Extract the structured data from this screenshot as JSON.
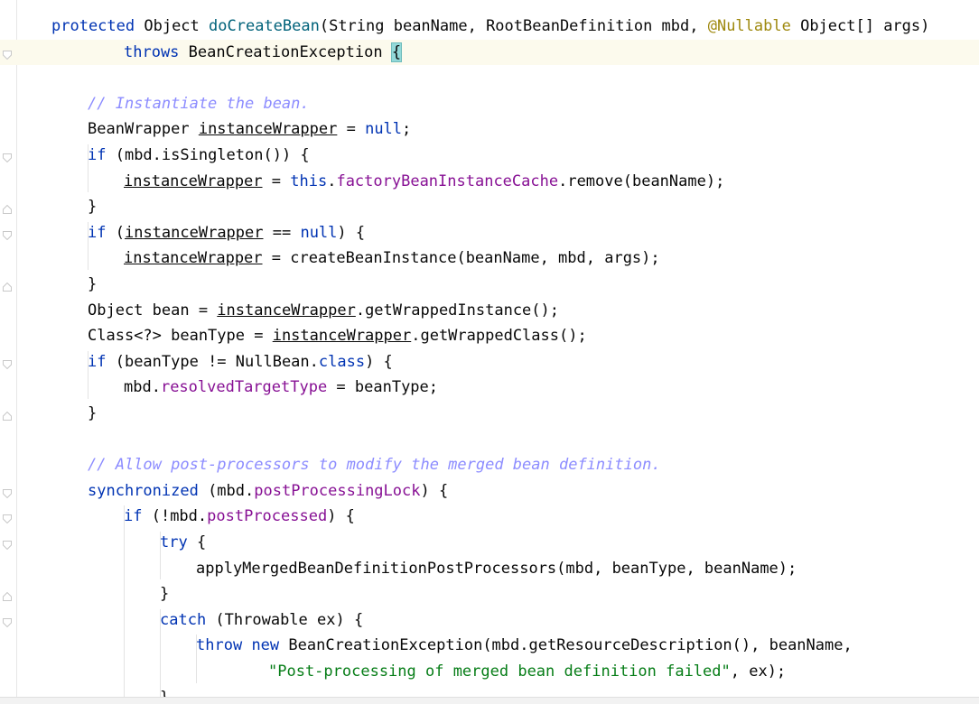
{
  "editor": {
    "lines": [
      {
        "indent": 1,
        "current": false,
        "tokens": [
          {
            "t": "protected",
            "c": "kw"
          },
          {
            "t": " Object "
          },
          {
            "t": "doCreateBean",
            "c": "fn"
          },
          {
            "t": "(String beanName, RootBeanDefinition mbd, "
          },
          {
            "t": "@Nullable",
            "c": "an"
          },
          {
            "t": " Object[] args)"
          }
        ]
      },
      {
        "indent": 3,
        "current": true,
        "tokens": [
          {
            "t": "throws",
            "c": "kw"
          },
          {
            "t": " BeanCreationException "
          },
          {
            "t": "{",
            "c": "caret-brace"
          }
        ]
      },
      {
        "indent": 0,
        "current": false,
        "tokens": []
      },
      {
        "indent": 2,
        "current": false,
        "tokens": [
          {
            "t": "// Instantiate the bean.",
            "c": "cm"
          }
        ]
      },
      {
        "indent": 2,
        "current": false,
        "tokens": [
          {
            "t": "BeanWrapper "
          },
          {
            "t": "instanceWrapper",
            "c": "ul"
          },
          {
            "t": " = "
          },
          {
            "t": "null",
            "c": "kw"
          },
          {
            "t": ";"
          }
        ]
      },
      {
        "indent": 2,
        "current": false,
        "tokens": [
          {
            "t": "if",
            "c": "kw"
          },
          {
            "t": " (mbd.isSingleton()) {"
          }
        ]
      },
      {
        "indent": 3,
        "current": false,
        "tokens": [
          {
            "t": "instanceWrapper",
            "c": "ul"
          },
          {
            "t": " = "
          },
          {
            "t": "this",
            "c": "kw"
          },
          {
            "t": "."
          },
          {
            "t": "factoryBeanInstanceCache",
            "c": "fld"
          },
          {
            "t": ".remove(beanName);"
          }
        ]
      },
      {
        "indent": 2,
        "current": false,
        "tokens": [
          {
            "t": "}"
          }
        ]
      },
      {
        "indent": 2,
        "current": false,
        "tokens": [
          {
            "t": "if",
            "c": "kw"
          },
          {
            "t": " ("
          },
          {
            "t": "instanceWrapper",
            "c": "ul"
          },
          {
            "t": " == "
          },
          {
            "t": "null",
            "c": "kw"
          },
          {
            "t": ") {"
          }
        ]
      },
      {
        "indent": 3,
        "current": false,
        "tokens": [
          {
            "t": "instanceWrapper",
            "c": "ul"
          },
          {
            "t": " = createBeanInstance(beanName, mbd, args);"
          }
        ]
      },
      {
        "indent": 2,
        "current": false,
        "tokens": [
          {
            "t": "}"
          }
        ]
      },
      {
        "indent": 2,
        "current": false,
        "tokens": [
          {
            "t": "Object bean = "
          },
          {
            "t": "instanceWrapper",
            "c": "ul"
          },
          {
            "t": ".getWrappedInstance();"
          }
        ]
      },
      {
        "indent": 2,
        "current": false,
        "tokens": [
          {
            "t": "Class<?> beanType = "
          },
          {
            "t": "instanceWrapper",
            "c": "ul"
          },
          {
            "t": ".getWrappedClass();"
          }
        ]
      },
      {
        "indent": 2,
        "current": false,
        "tokens": [
          {
            "t": "if",
            "c": "kw"
          },
          {
            "t": " (beanType != NullBean."
          },
          {
            "t": "class",
            "c": "kw"
          },
          {
            "t": ") {"
          }
        ]
      },
      {
        "indent": 3,
        "current": false,
        "tokens": [
          {
            "t": "mbd."
          },
          {
            "t": "resolvedTargetType",
            "c": "fld"
          },
          {
            "t": " = beanType;"
          }
        ]
      },
      {
        "indent": 2,
        "current": false,
        "tokens": [
          {
            "t": "}"
          }
        ]
      },
      {
        "indent": 0,
        "current": false,
        "tokens": []
      },
      {
        "indent": 2,
        "current": false,
        "tokens": [
          {
            "t": "// Allow post-processors to modify the merged bean definition.",
            "c": "cm"
          }
        ]
      },
      {
        "indent": 2,
        "current": false,
        "tokens": [
          {
            "t": "synchronized",
            "c": "kw"
          },
          {
            "t": " (mbd."
          },
          {
            "t": "postProcessingLock",
            "c": "fld"
          },
          {
            "t": ") {"
          }
        ]
      },
      {
        "indent": 3,
        "current": false,
        "tokens": [
          {
            "t": "if",
            "c": "kw"
          },
          {
            "t": " (!mbd."
          },
          {
            "t": "postProcessed",
            "c": "fld"
          },
          {
            "t": ") {"
          }
        ]
      },
      {
        "indent": 4,
        "current": false,
        "tokens": [
          {
            "t": "try",
            "c": "kw"
          },
          {
            "t": " {"
          }
        ]
      },
      {
        "indent": 5,
        "current": false,
        "tokens": [
          {
            "t": "applyMergedBeanDefinitionPostProcessors(mbd, beanType, beanName);"
          }
        ]
      },
      {
        "indent": 4,
        "current": false,
        "tokens": [
          {
            "t": "}"
          }
        ]
      },
      {
        "indent": 4,
        "current": false,
        "tokens": [
          {
            "t": "catch",
            "c": "kw"
          },
          {
            "t": " (Throwable ex) {"
          }
        ]
      },
      {
        "indent": 5,
        "current": false,
        "tokens": [
          {
            "t": "throw",
            "c": "kw"
          },
          {
            "t": " "
          },
          {
            "t": "new",
            "c": "kw"
          },
          {
            "t": " BeanCreationException(mbd.getResourceDescription(), beanName,"
          }
        ]
      },
      {
        "indent": 7,
        "current": false,
        "tokens": [
          {
            "t": "\"Post-processing of merged bean definition failed\"",
            "c": "str"
          },
          {
            "t": ", ex);"
          }
        ]
      },
      {
        "indent": 4,
        "current": false,
        "tokens": [
          {
            "t": "}"
          }
        ]
      }
    ]
  },
  "icons": {
    "fold_marker": "fold-marker-icon"
  }
}
